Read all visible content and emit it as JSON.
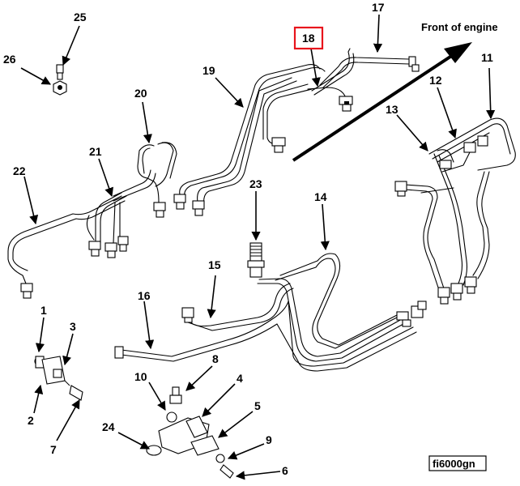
{
  "diagram": {
    "front_of_engine_label": "Front of engine",
    "figure_id": "fi6000gn",
    "highlight_color": "#e8141c",
    "highlighted_callout": "18",
    "callouts": {
      "c1": "1",
      "c2": "2",
      "c3": "3",
      "c4": "4",
      "c5": "5",
      "c6": "6",
      "c7": "7",
      "c8": "8",
      "c9": "9",
      "c10": "10",
      "c11": "11",
      "c12": "12",
      "c13": "13",
      "c14": "14",
      "c15": "15",
      "c16": "16",
      "c17": "17",
      "c18": "18",
      "c19": "19",
      "c20": "20",
      "c21": "21",
      "c22": "22",
      "c23": "23",
      "c24": "24",
      "c25": "25",
      "c26": "26"
    }
  }
}
